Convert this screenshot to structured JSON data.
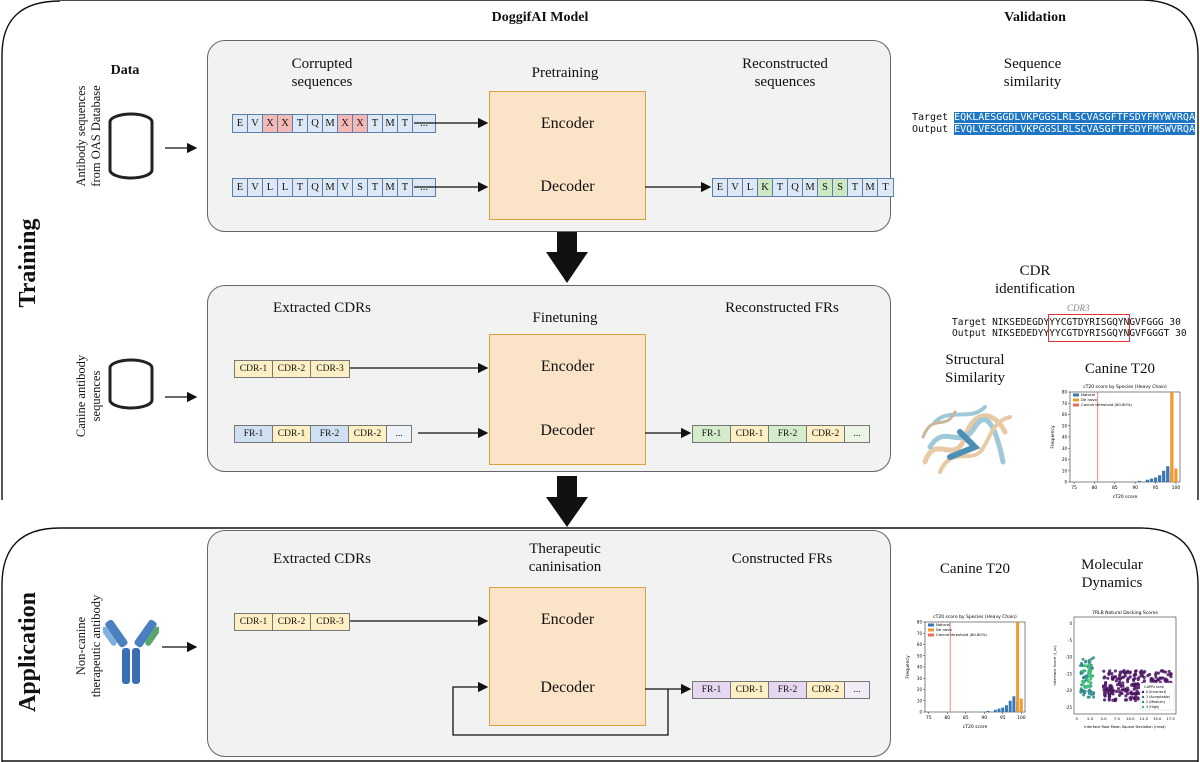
{
  "headers": {
    "model": "DoggifAI Model",
    "validation": "Validation",
    "data": "Data"
  },
  "sides": {
    "training": "Training",
    "application": "Application"
  },
  "data_labels": {
    "oas": [
      "Antibody sequences",
      "from OAS Database"
    ],
    "canine": [
      "Canine antibody",
      "sequences"
    ],
    "noncanine": [
      "Non-canine",
      "therapeutic antibody"
    ]
  },
  "stages": {
    "pretraining": {
      "input": "Corrupted sequences",
      "task": "Pretraining",
      "output": "Reconstructed sequences"
    },
    "finetuning": {
      "input": "Extracted CDRs",
      "task": "Finetuning",
      "output": "Reconstructed FRs"
    },
    "application": {
      "input": "Extracted CDRs",
      "task": "Therapeutic caninisation",
      "output": "Constructed FRs"
    }
  },
  "blocks": {
    "encoder": "Encoder",
    "decoder": "Decoder"
  },
  "sequences": {
    "corrupted": [
      "E",
      "V",
      "X",
      "X",
      "T",
      "Q",
      "M",
      "X",
      "X",
      "T",
      "M",
      "T",
      "..."
    ],
    "original": [
      "E",
      "V",
      "L",
      "L",
      "T",
      "Q",
      "M",
      "V",
      "S",
      "T",
      "M",
      "T",
      "..."
    ],
    "reconstructed": [
      "E",
      "V",
      "L",
      "K",
      "T",
      "Q",
      "M",
      "S",
      "S",
      "T",
      "M",
      "T"
    ],
    "cdrs": [
      "CDR-1",
      "CDR-2",
      "CDR-3"
    ],
    "frs_in": [
      "FR-1",
      "CDR-1",
      "FR-2",
      "CDR-2",
      "..."
    ],
    "frs_out": [
      "FR-1",
      "CDR-1",
      "FR-2",
      "CDR-2",
      "..."
    ]
  },
  "validation": {
    "seq_sim": "Sequence similarity",
    "align_target_label": "Target",
    "align_output_label": "Output",
    "align_target": "EQKLAESGGDLVKPGGSLRLSCVASGFTFSDYFMYWVRQA",
    "align_output": "EVQLVESGGDLVKPGGSLRLSCVASGFTFSDYFMSWVRQA",
    "cdr_ident": "CDR identification",
    "cdr3": "CDR3",
    "cdr_target": "NIKSEDEGDYYYCGTDYRISGQYNGVFGGG",
    "cdr_output": "NIKSEDEDYYYYCGTDYRISGQYNGVFGGGT",
    "cdr_num_t": "30",
    "cdr_num_o": "30",
    "struct_sim": "Structural Similarity",
    "canine_t20": "Canine T20",
    "md": "Molecular Dynamics"
  },
  "t20_chart": {
    "type": "bar",
    "title": "cT20 score by Species (Heavy Chain)",
    "xlabel": "cT20 score",
    "ylabel": "Frequency",
    "legend": [
      "Natural",
      "De novo",
      "Canine threshold (80.80%)"
    ],
    "xticks": [
      "75",
      "80",
      "85",
      "90",
      "95",
      "100"
    ],
    "yticks": [
      "0",
      "10",
      "20",
      "30",
      "40",
      "50",
      "60",
      "70",
      "80"
    ],
    "threshold": 80.8,
    "xlim": [
      74,
      101
    ],
    "ylim": [
      0,
      80
    ],
    "natural": [
      [
        91,
        1
      ],
      [
        93,
        2
      ],
      [
        94,
        3
      ],
      [
        95,
        4
      ],
      [
        96,
        6
      ],
      [
        97,
        10
      ],
      [
        98,
        14
      ],
      [
        99,
        9
      ]
    ],
    "denovo": [
      [
        99,
        80
      ],
      [
        100,
        12
      ]
    ]
  },
  "md_chart": {
    "type": "scatter",
    "title": "7RLB Natural Docking Scores",
    "xlabel": "Interface Root Mean Square Deviation (rmsd)",
    "ylabel": "Interface Score (I_sc)",
    "legend_title": "CAPRI rank",
    "legend": [
      "0 (Incorrect)",
      "1 (Acceptable)",
      "2 (Medium)",
      "3 (High)"
    ],
    "xticks": [
      "0",
      "2.5",
      "5.0",
      "7.5",
      "10.0",
      "12.5",
      "15.0",
      "17.5"
    ],
    "yticks": [
      "-25",
      "-20",
      "-15",
      "-10",
      "-5",
      "0"
    ],
    "xlim": [
      -0.5,
      18.5
    ],
    "ylim": [
      -27,
      2
    ]
  },
  "colors": {
    "panel": "#f2f2f2",
    "block": "#fbe3c8",
    "block_border": "#d9a23c",
    "seq_blue": "#dce8f5",
    "seq_red": "#f4b9b6",
    "seq_green": "#cfe8c4",
    "cdr_yellow": "#fdf0c4",
    "fr_blue": "#cfe0f3",
    "fr_green": "#d4ebcc",
    "fr_purple": "#e4d7ef",
    "highlight": "#1f77c4"
  }
}
